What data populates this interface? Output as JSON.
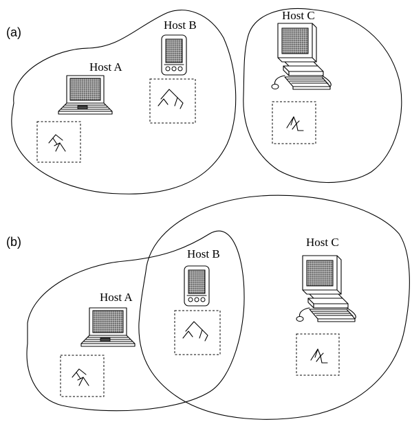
{
  "panels": [
    {
      "label": "(a)",
      "hosts": [
        {
          "label": "Host A",
          "device_icon": "laptop-icon"
        },
        {
          "label": "Host B",
          "device_icon": "pda-icon"
        },
        {
          "label": "Host C",
          "device_icon": "desktop-computer-icon"
        }
      ]
    },
    {
      "label": "(b)",
      "hosts": [
        {
          "label": "Host A",
          "device_icon": "laptop-icon"
        },
        {
          "label": "Host B",
          "device_icon": "pda-icon"
        },
        {
          "label": "Host C",
          "device_icon": "desktop-computer-icon"
        }
      ]
    }
  ],
  "colors": {
    "ink": "#000000",
    "background": "#ffffff",
    "screen_shade": "#8c8c8c"
  }
}
